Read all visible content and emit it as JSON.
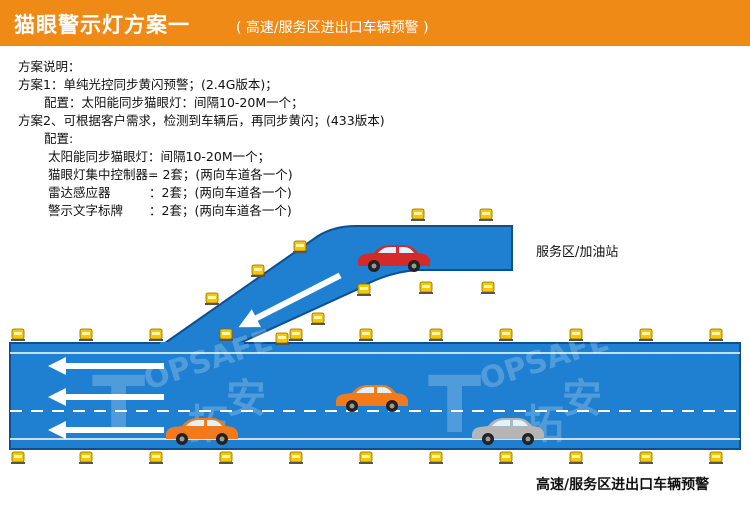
{
  "header": {
    "title": "猫眼警示灯方案一",
    "subtitle": "( 高速/服务区进出口车辆预警 )",
    "bg_color": "#f08a17"
  },
  "description": {
    "heading": "方案说明：",
    "plan1": "方案1：单纯光控同步黄闪预警；(2.4G版本)；",
    "plan1_config": "配置：太阳能同步猫眼灯：间隔10-20M一个；",
    "plan2": "方案2、可根据客户需求，检测到车辆后，再同步黄闪；(433版本)",
    "plan2_config_heading": "配置:",
    "plan2_items": [
      {
        "name": "太阳能同步猫眼灯：",
        "detail": "间隔10-20M一个；"
      },
      {
        "name": "猫眼灯集中控制器",
        "detail": "= 2套；(两向车道各一个)"
      },
      {
        "name": "雷达感应器",
        "detail": "：2套；(两向车道各一个)"
      },
      {
        "name": "警示文字标牌",
        "detail": "：2套；(两向车道各一个)"
      }
    ]
  },
  "scene": {
    "service_area_label": "服务区/加油站",
    "bottom_label": "高速/服务区进出口车辆预警",
    "watermark": "TOPSAFE 拓安",
    "road_color": "#1f7fd0",
    "car_colors": [
      "#d42a2a",
      "#f07a1c",
      "#f07a1c",
      "#b5b5b5"
    ],
    "light_color": "#f5c800"
  }
}
